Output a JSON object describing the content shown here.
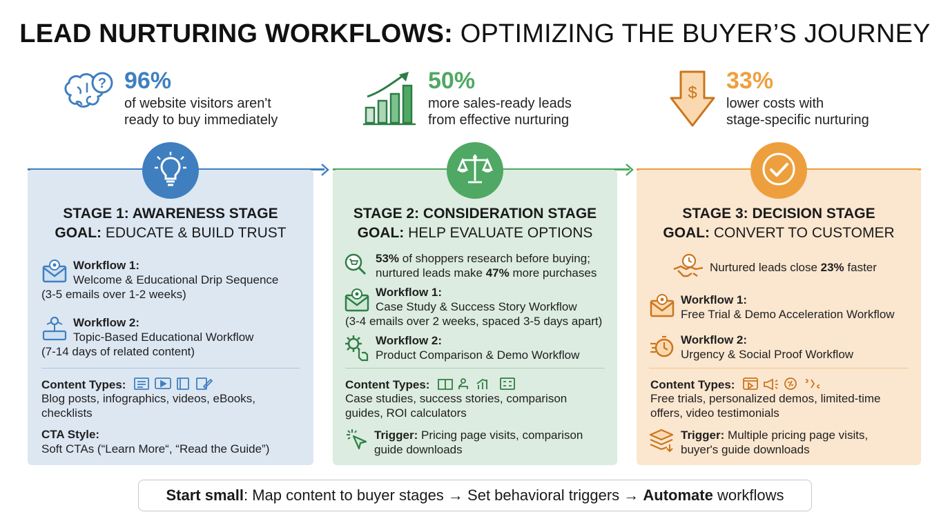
{
  "title": {
    "bold": "LEAD NURTURING WORKFLOWS:",
    "rest": " OPTIMIZING THE BUYER’S JOURNEY"
  },
  "colors": {
    "blue": "#3f7fc0",
    "green": "#4fa863",
    "orange": "#ee9f3d",
    "blue_bg": "#dde7f2",
    "green_bg": "#dcece0",
    "orange_bg": "#fbe6cf"
  },
  "stats": [
    {
      "icon": "brain-question-icon",
      "value": "96%",
      "line1": "of website visitors aren't",
      "line2": "ready to buy immediately"
    },
    {
      "icon": "growth-bar-chart-icon",
      "value": "50%",
      "line1": "more sales-ready leads",
      "line2": "from effective nurturing"
    },
    {
      "icon": "dollar-down-arrow-icon",
      "value": "33%",
      "line1": "lower costs with",
      "line2": "stage-specific nurturing"
    }
  ],
  "stages": [
    {
      "icon": "lightbulb-icon",
      "title": "STAGE 1: AWARENESS STAGE",
      "goal_label": "GOAL:",
      "goal": "EDUCATE & BUILD TRUST",
      "workflows": [
        {
          "label": "Workflow 1:",
          "name": "Welcome & Educational Drip Sequence",
          "detail": "(3-5 emails over 1-2 weeks)"
        },
        {
          "label": "Workflow 2:",
          "name": "Topic-Based Educational Workflow",
          "detail": "(7-14 days of related content)"
        }
      ],
      "content_label": "Content Types:",
      "content": [
        "Blog posts, infographics, videos, eBooks,",
        "checklists"
      ],
      "cta_label": "CTA Style:",
      "cta": "Soft CTAs (“Learn More“, “Read the Guide”)"
    },
    {
      "icon": "balance-scale-icon",
      "title": "STAGE 2: CONSIDERATION STAGE",
      "goal_label": "GOAL:",
      "goal": "HELP EVALUATE OPTIONS",
      "insight": {
        "p1": "53%",
        "p2": " of shoppers research before buying;",
        "p3": "nurtured leads make ",
        "p4": "47%",
        "p5": " more purchases"
      },
      "workflows": [
        {
          "label": "Workflow 1:",
          "name": "Case Study & Success Story Workflow",
          "detail": "(3-4 emails over 2 weeks, spaced 3-5 days apart)"
        },
        {
          "label": "Workflow 2:",
          "name": "Product Comparison & Demo Workflow",
          "detail": ""
        }
      ],
      "content_label": "Content Types:",
      "content": [
        "Case studies, success stories, comparison",
        "guides, ROI calculators"
      ],
      "trigger_label": "Trigger:",
      "trigger": [
        "Pricing page visits, comparison",
        "guide downloads"
      ]
    },
    {
      "icon": "checkmark-circle-icon",
      "title": "STAGE 3: DECISION STAGE",
      "goal_label": "GOAL:",
      "goal": "CONVERT TO CUSTOMER",
      "insight": {
        "p1": "Nurtured leads close ",
        "p2": "23%",
        "p3": " faster"
      },
      "workflows": [
        {
          "label": "Workflow 1:",
          "name": "Free Trial & Demo Acceleration Workflow",
          "detail": ""
        },
        {
          "label": "Workflow 2:",
          "name": "Urgency & Social Proof Workflow",
          "detail": ""
        }
      ],
      "content_label": "Content Types:",
      "content": [
        "Free trials, personalized demos, limited-time",
        "offers, video testimonials"
      ],
      "trigger_label": "Trigger:",
      "trigger": [
        "Multiple pricing page visits,",
        "buyer's guide downloads"
      ]
    }
  ],
  "footer": {
    "b1": "Start small",
    "t1": ": Map content to buyer stages → Set behavioral triggers → ",
    "b2": "Automate",
    "t2": " workflows"
  }
}
